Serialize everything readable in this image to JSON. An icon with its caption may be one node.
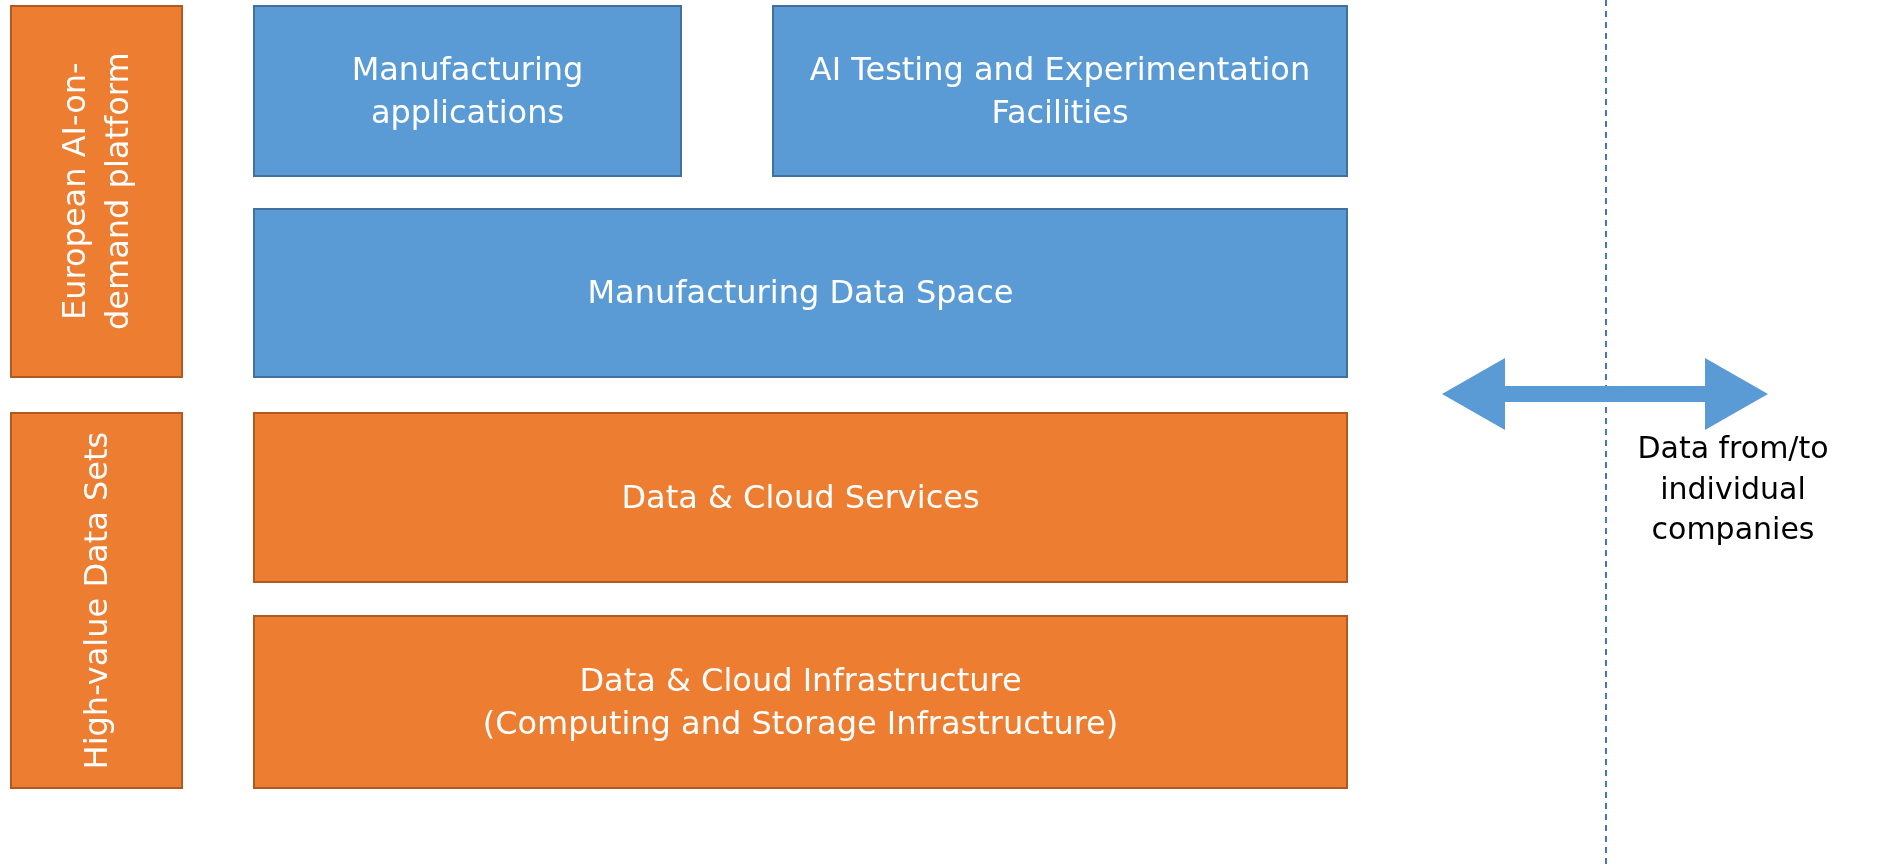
{
  "diagram": {
    "nodes": [
      {
        "text": [
          "European AI-on-demand platform"
        ]
      },
      {
        "text": [
          "Manufacturing applications"
        ]
      },
      {
        "text": [
          "AI Testing and Experimentation Facilities"
        ]
      },
      {
        "text": [
          "Manufacturing Data Space"
        ]
      },
      {
        "text": [
          "High-value Data Sets"
        ]
      },
      {
        "text": [
          "Data & Cloud Services"
        ]
      },
      {
        "text": [
          "Data & Cloud Infrastructure",
          "(Computing and Storage Infrastructure)"
        ]
      }
    ],
    "edges": [],
    "labels": [
      "Data from/to individual companies"
    ]
  }
}
